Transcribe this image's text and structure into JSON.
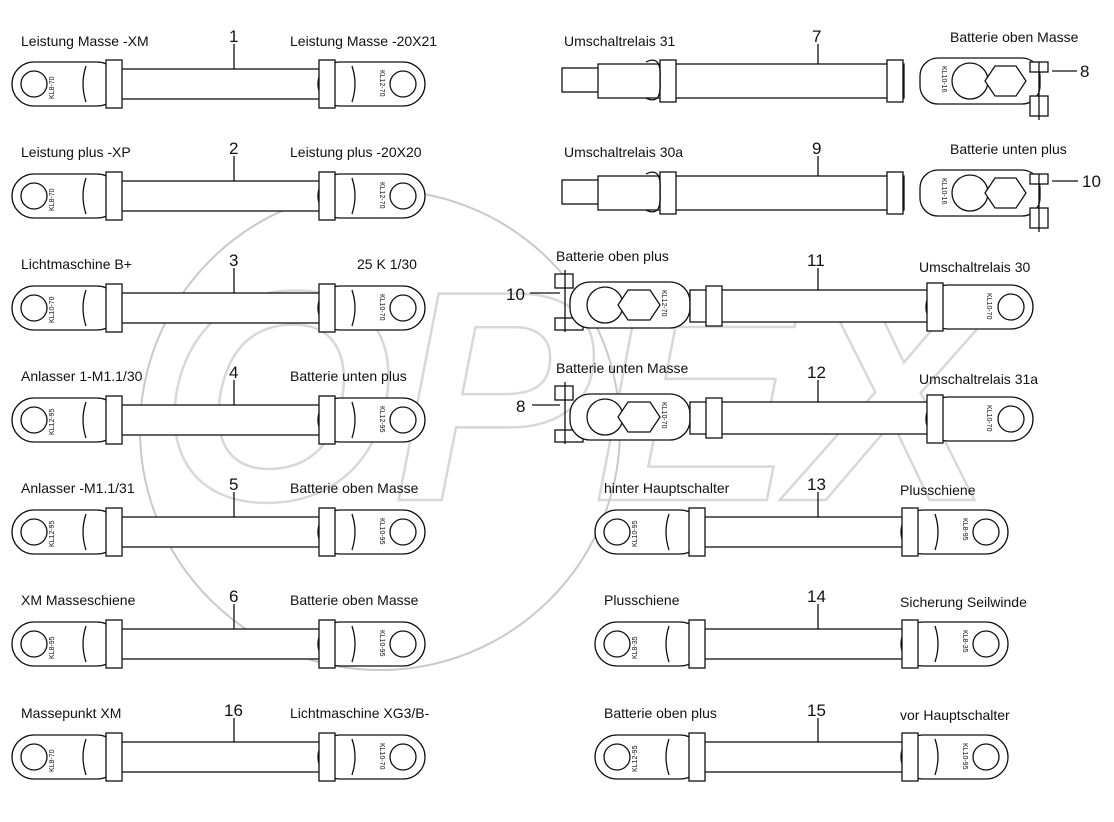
{
  "watermark": "OPEX",
  "cables": [
    {
      "num": "1",
      "left": "Leistung Masse -XM",
      "right": "Leistung Masse -20X21",
      "lug_left": "KL8-70",
      "lug_right": "KL12-70"
    },
    {
      "num": "2",
      "left": "Leistung plus -XP",
      "right": "Leistung plus -20X20",
      "lug_left": "KL8-70",
      "lug_right": "KL12-70"
    },
    {
      "num": "3",
      "left": "Lichtmaschine B+",
      "right": "25 K 1/30",
      "lug_left": "KL10-70",
      "lug_right": "KL10-70"
    },
    {
      "num": "4",
      "left": "Anlasser 1-M1.1/30",
      "right": "Batterie unten plus",
      "lug_left": "KL12-95",
      "lug_right": "KL12-95"
    },
    {
      "num": "5",
      "left": "Anlasser -M1.1/31",
      "right": "Batterie oben Masse",
      "lug_left": "KL12-95",
      "lug_right": "KL10-95"
    },
    {
      "num": "6",
      "left": "XM Masseschiene",
      "right": "Batterie oben Masse",
      "lug_left": "KL8-95",
      "lug_right": "KL10-95"
    },
    {
      "num": "16",
      "left": "Massepunkt XM",
      "right": "Lichtmaschine XG3/B-",
      "lug_left": "KL8-70",
      "lug_right": "KL10-70"
    },
    {
      "num": "7",
      "left": "Umschaltrelais 31",
      "right": "Batterie oben Masse",
      "lug_left": "",
      "lug_right": "KL10-16",
      "clamp_num": "8"
    },
    {
      "num": "9",
      "left": "Umschaltrelais 30a",
      "right": "Batterie unten plus",
      "lug_left": "",
      "lug_right": "KL10-16",
      "clamp_num": "10"
    },
    {
      "num": "11",
      "left": "Batterie oben plus",
      "right": "Umschaltrelais 30",
      "lug_left": "KL12-70",
      "lug_right": "KL10-70",
      "clamp_num": "10"
    },
    {
      "num": "12",
      "left": "Batterie unten Masse",
      "right": "Umschaltrelais 31a",
      "lug_left": "KL10-70",
      "lug_right": "KL10-70",
      "clamp_num": "8"
    },
    {
      "num": "13",
      "left": "hinter Hauptschalter",
      "right": "Plusschiene",
      "lug_left": "KL10-95",
      "lug_right": "KL8-95"
    },
    {
      "num": "14",
      "left": "Plusschiene",
      "right": "Sicherung Seilwinde",
      "lug_left": "KL8-35",
      "lug_right": "KL8-35"
    },
    {
      "num": "15",
      "left": "Batterie oben plus",
      "right": "vor Hauptschalter",
      "lug_left": "KL12-95",
      "lug_right": "KL10-95"
    }
  ]
}
